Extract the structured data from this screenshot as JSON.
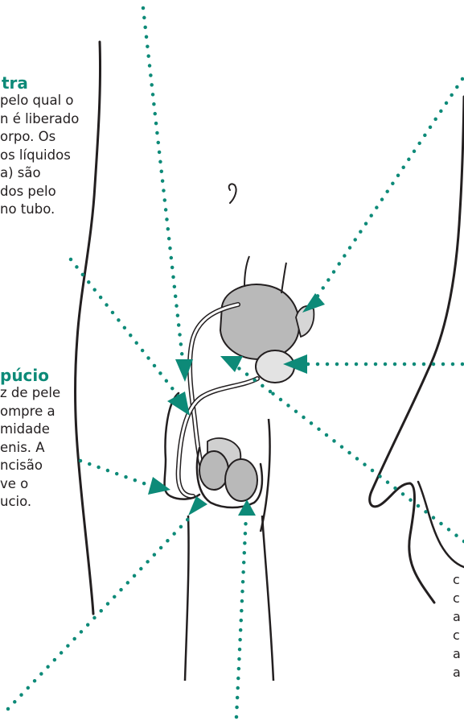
{
  "colors": {
    "accent_teal": "#0d8a78",
    "outline": "#231f20",
    "organ_gray": "#b9b9b9",
    "organ_light": "#e3e3e3",
    "background": "#ffffff"
  },
  "urethra": {
    "title": "tra",
    "lines": [
      "pelo qual o",
      "n é liberado",
      "orpo. Os",
      "os líquidos",
      "a) são",
      "dos pelo",
      "no tubo."
    ]
  },
  "foreskin": {
    "title": "púcio",
    "lines": [
      "z de pele",
      "ompre a",
      "midade",
      "enis. A",
      "ncisão",
      "ve o",
      "ucio."
    ]
  },
  "right_edge_letters": [
    "c",
    "c",
    "a",
    "c",
    "a",
    "a"
  ],
  "icons": [
    "pointer-arrow-icon"
  ]
}
